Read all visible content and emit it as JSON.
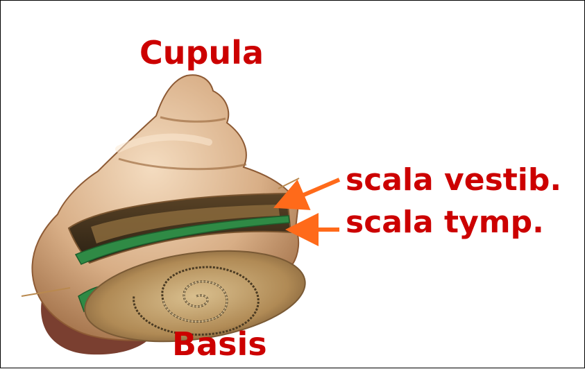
{
  "labels": {
    "cupula": "Cupula",
    "basis": "Basis",
    "scala_vestibuli": "scala vestib.",
    "scala_tympani": "scala tymp."
  },
  "colors": {
    "label_text": "#cc0000",
    "arrow": "#ff6a1a",
    "shell_light": "#e7c6a2",
    "shell_dark": "#a8744c",
    "membrane_green": "#2f8a45"
  }
}
